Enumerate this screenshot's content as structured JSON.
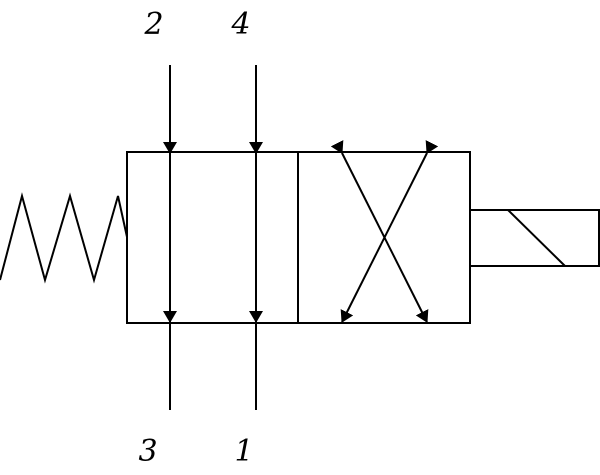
{
  "diagram": {
    "type": "4-port 2-position directional control valve (hydraulic symbol)",
    "ports": {
      "top_left": "2",
      "top_right": "4",
      "bottom_left": "3",
      "bottom_right": "1"
    },
    "positions": [
      {
        "name": "parallel-flow",
        "connections": [
          "3-2",
          "1-4"
        ]
      },
      {
        "name": "cross-flow",
        "connections": [
          "crossed"
        ]
      }
    ],
    "actuators": {
      "left": "spring",
      "right": "solenoid"
    },
    "colors": {
      "line": "#000000",
      "background": "#ffffff"
    }
  }
}
